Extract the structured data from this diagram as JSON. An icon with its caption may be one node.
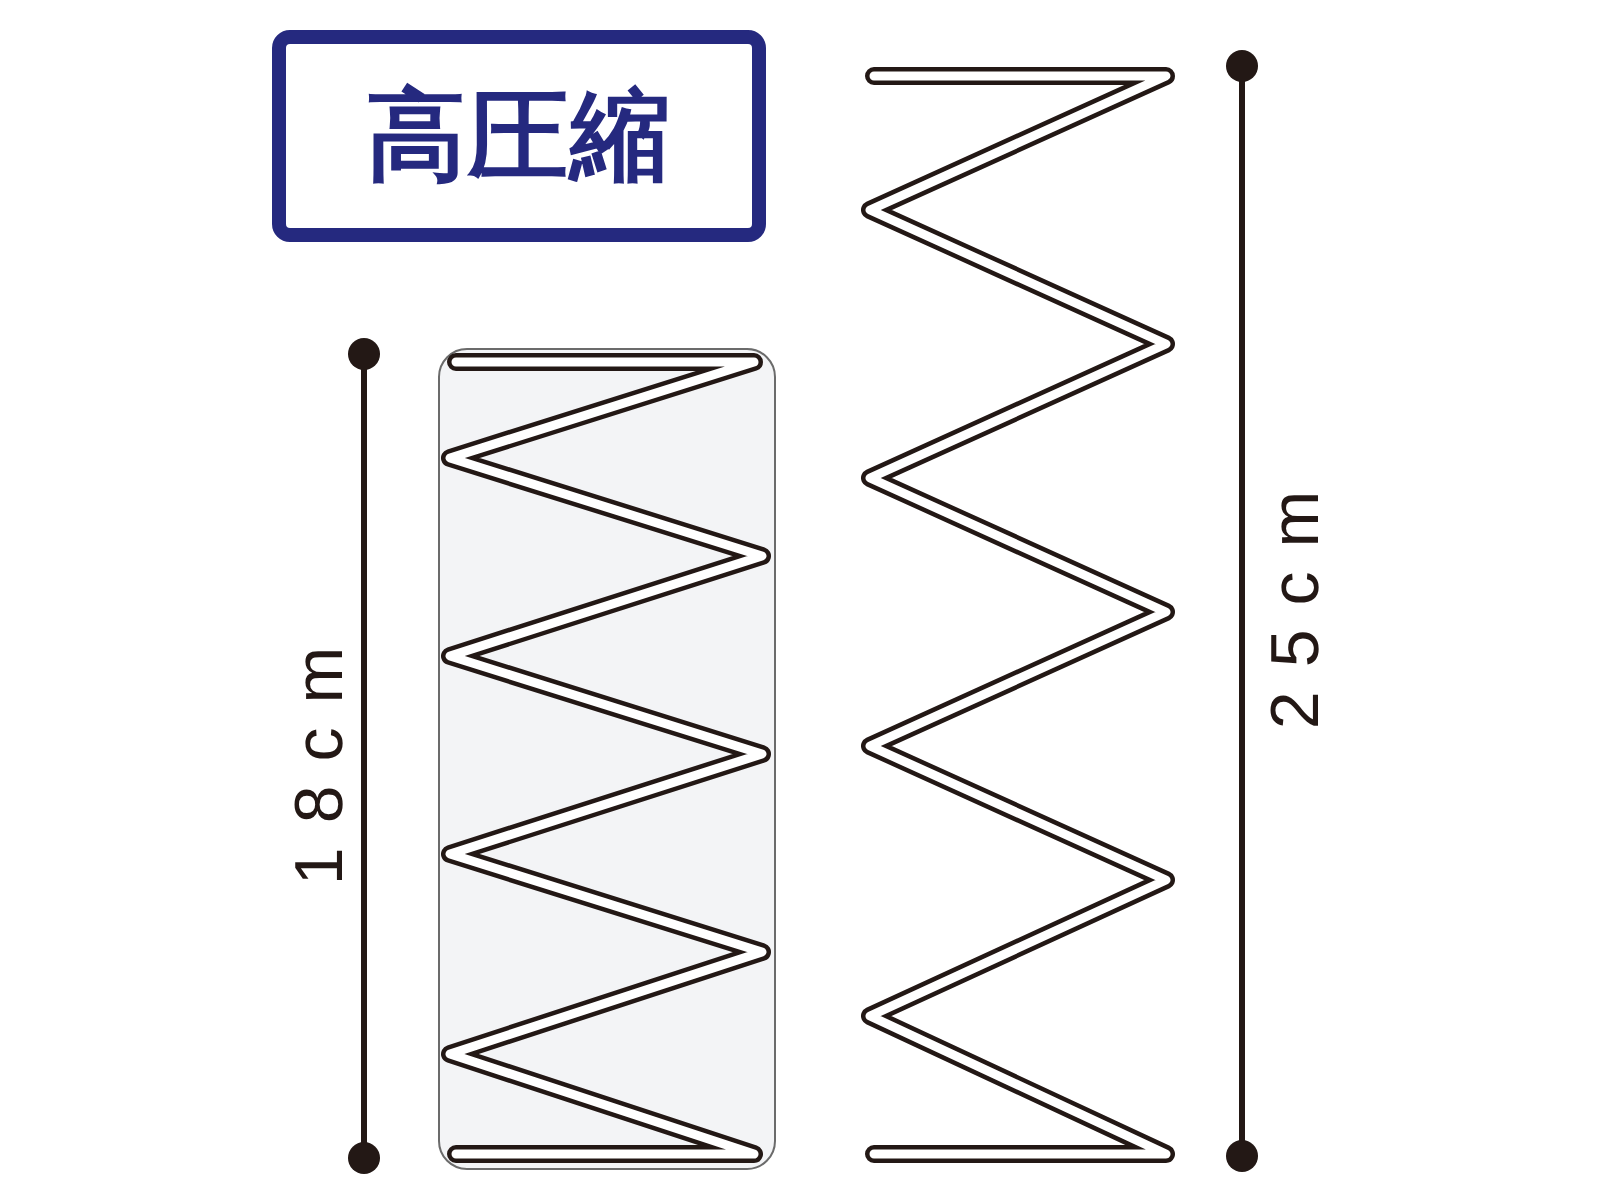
{
  "diagram": {
    "nodes": [
      {
        "text": [
          "高圧縮"
        ]
      }
    ],
    "labels": [
      "18cm",
      "25cm"
    ]
  }
}
